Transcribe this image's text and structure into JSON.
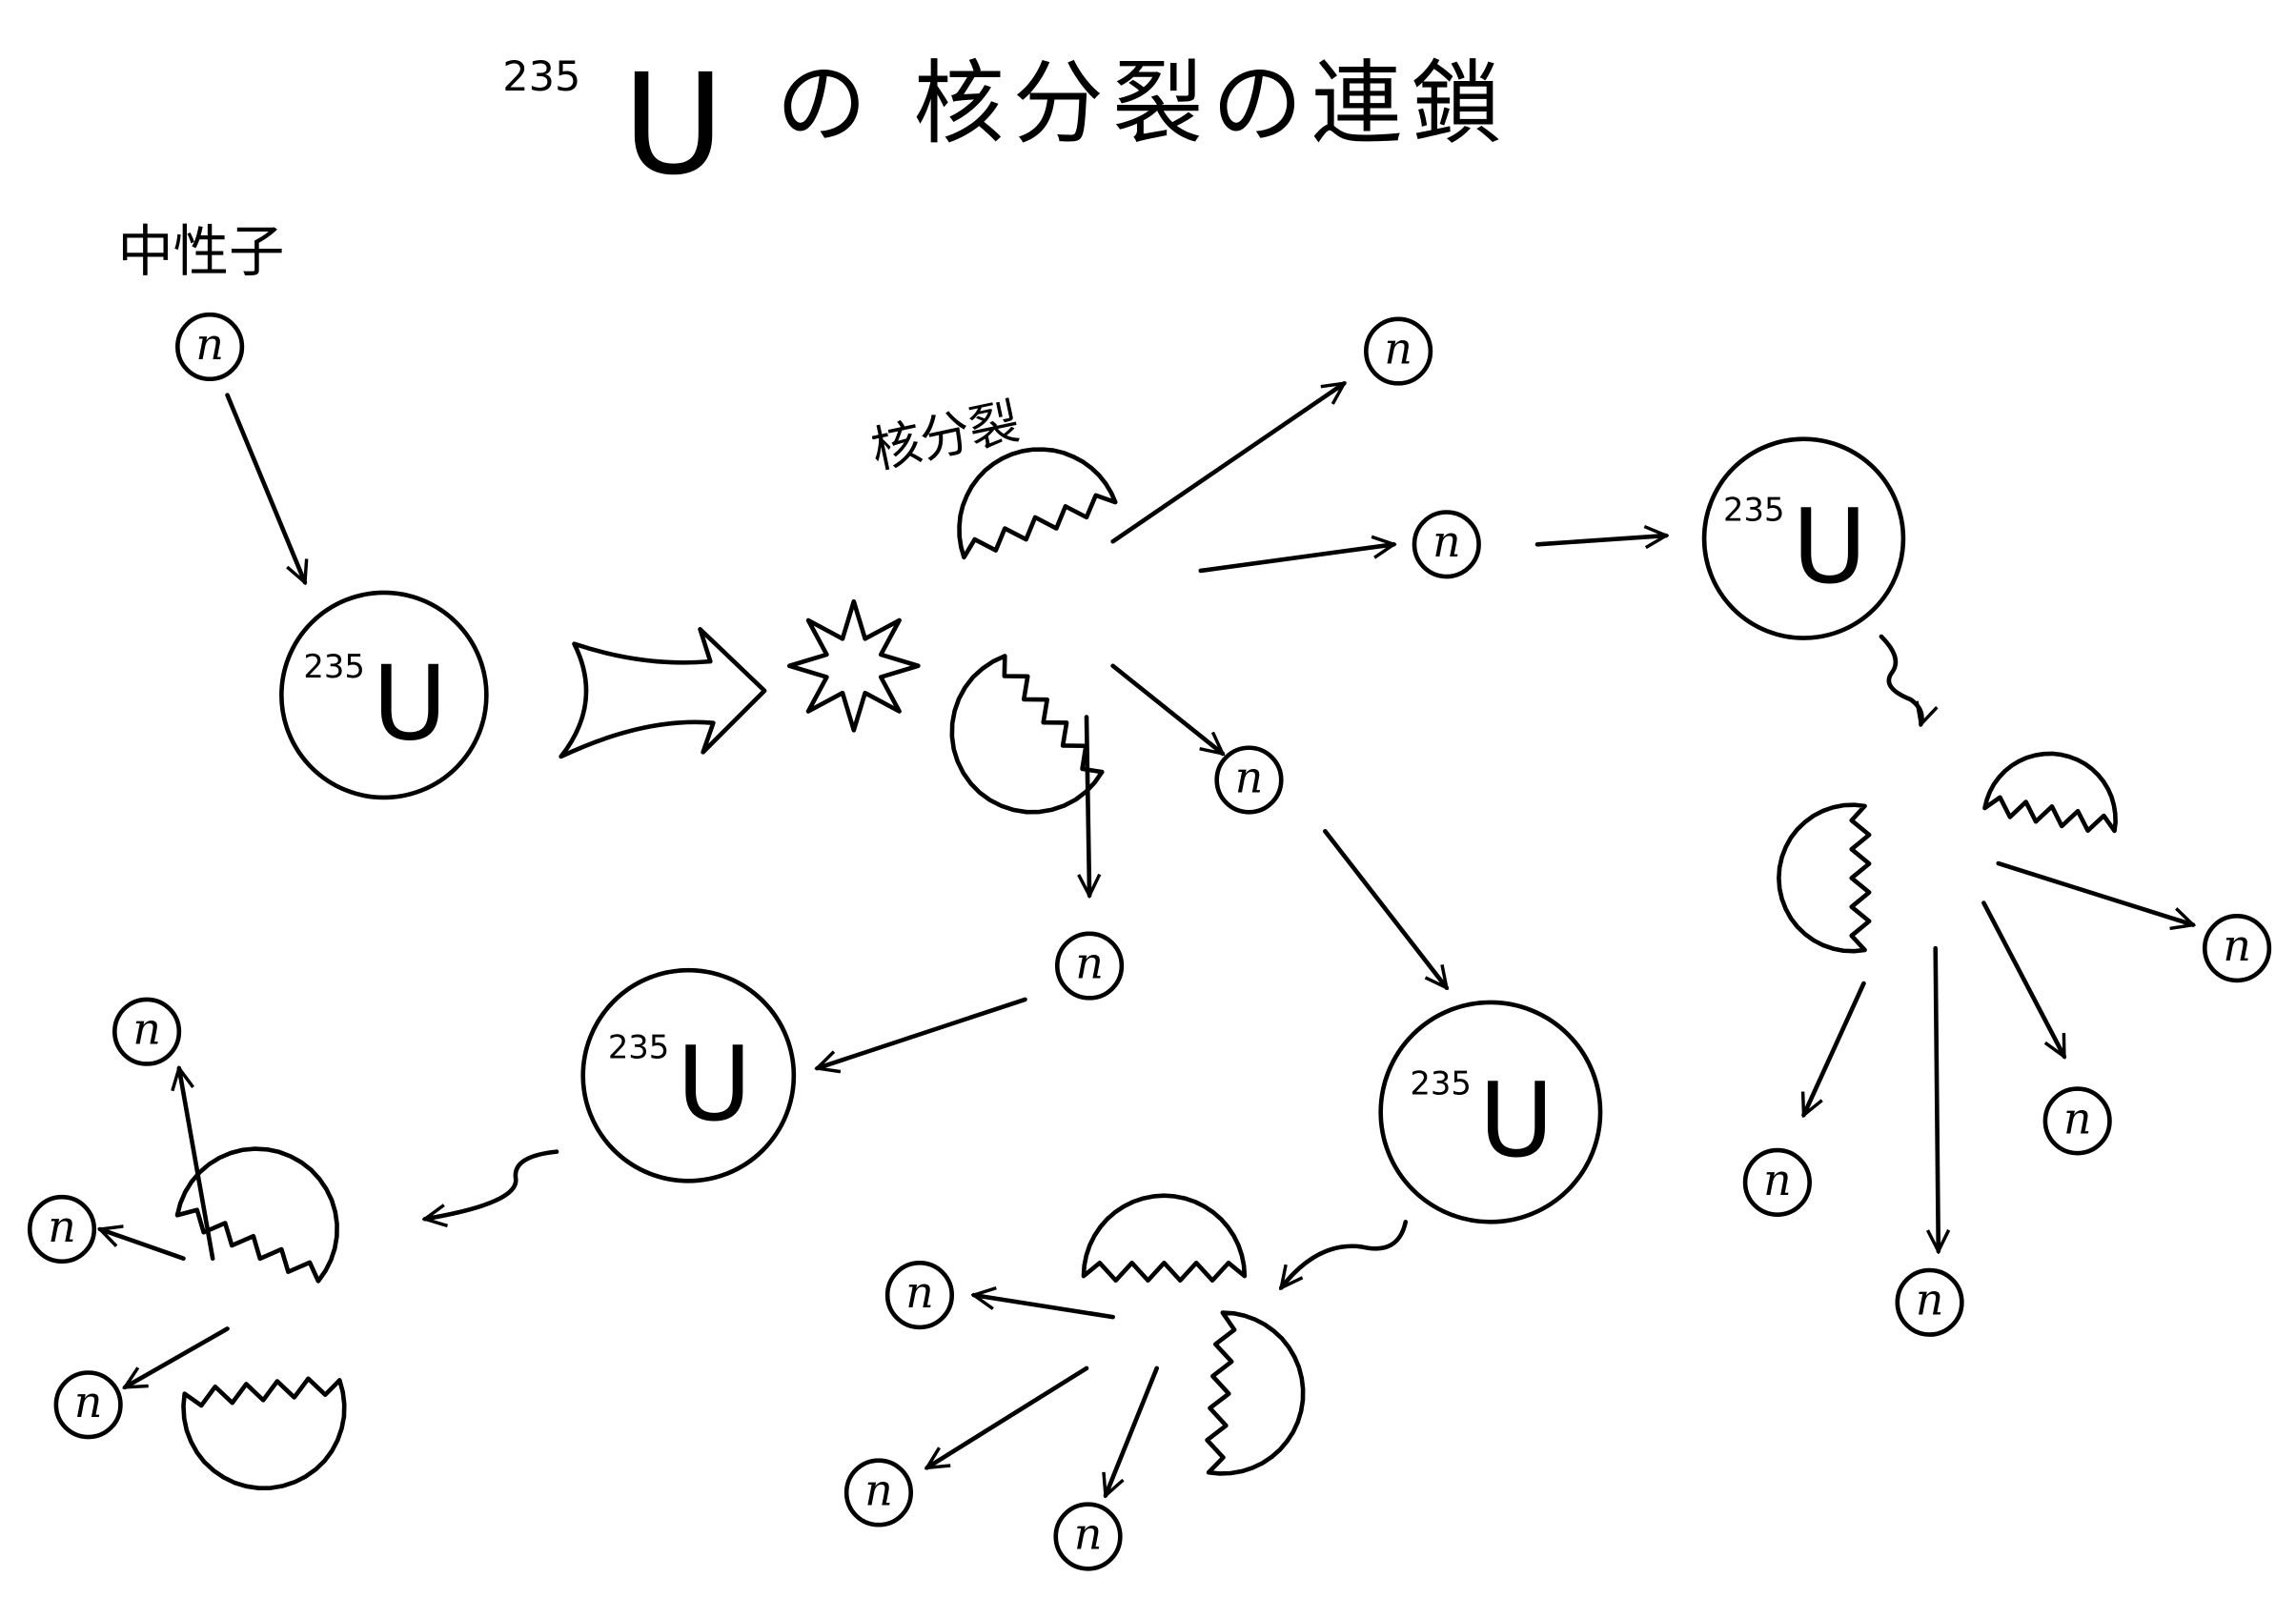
{
  "title": {
    "mass_number": "235",
    "element": "U",
    "text": "の 核分裂の連鎖"
  },
  "labels": {
    "neutron": "中性子",
    "fission": "核分裂"
  },
  "neutron_symbol": "n",
  "uranium": {
    "mass_number": "235",
    "element": "U"
  }
}
